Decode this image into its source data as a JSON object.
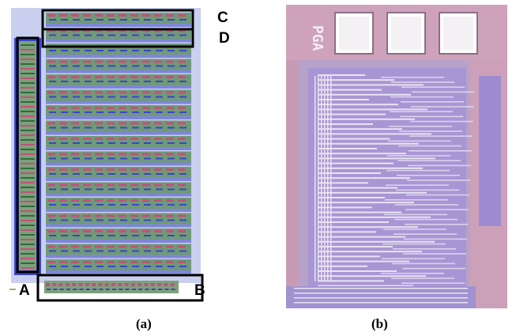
{
  "figure": {
    "panel_a": {
      "caption": "(a)",
      "labels": {
        "a": "A",
        "b": "B",
        "c": "C",
        "d": "D"
      }
    },
    "panel_b": {
      "caption": "(b)",
      "chip_text": "PGA"
    }
  },
  "colors": {
    "layout_green": "#6f9a78",
    "layout_blue": "#3b44c9",
    "layout_magenta": "#c0527a",
    "die_pink": "#c89bb5",
    "die_lavender": "#9c8fd0",
    "metal_light": "#e8e3f2"
  }
}
